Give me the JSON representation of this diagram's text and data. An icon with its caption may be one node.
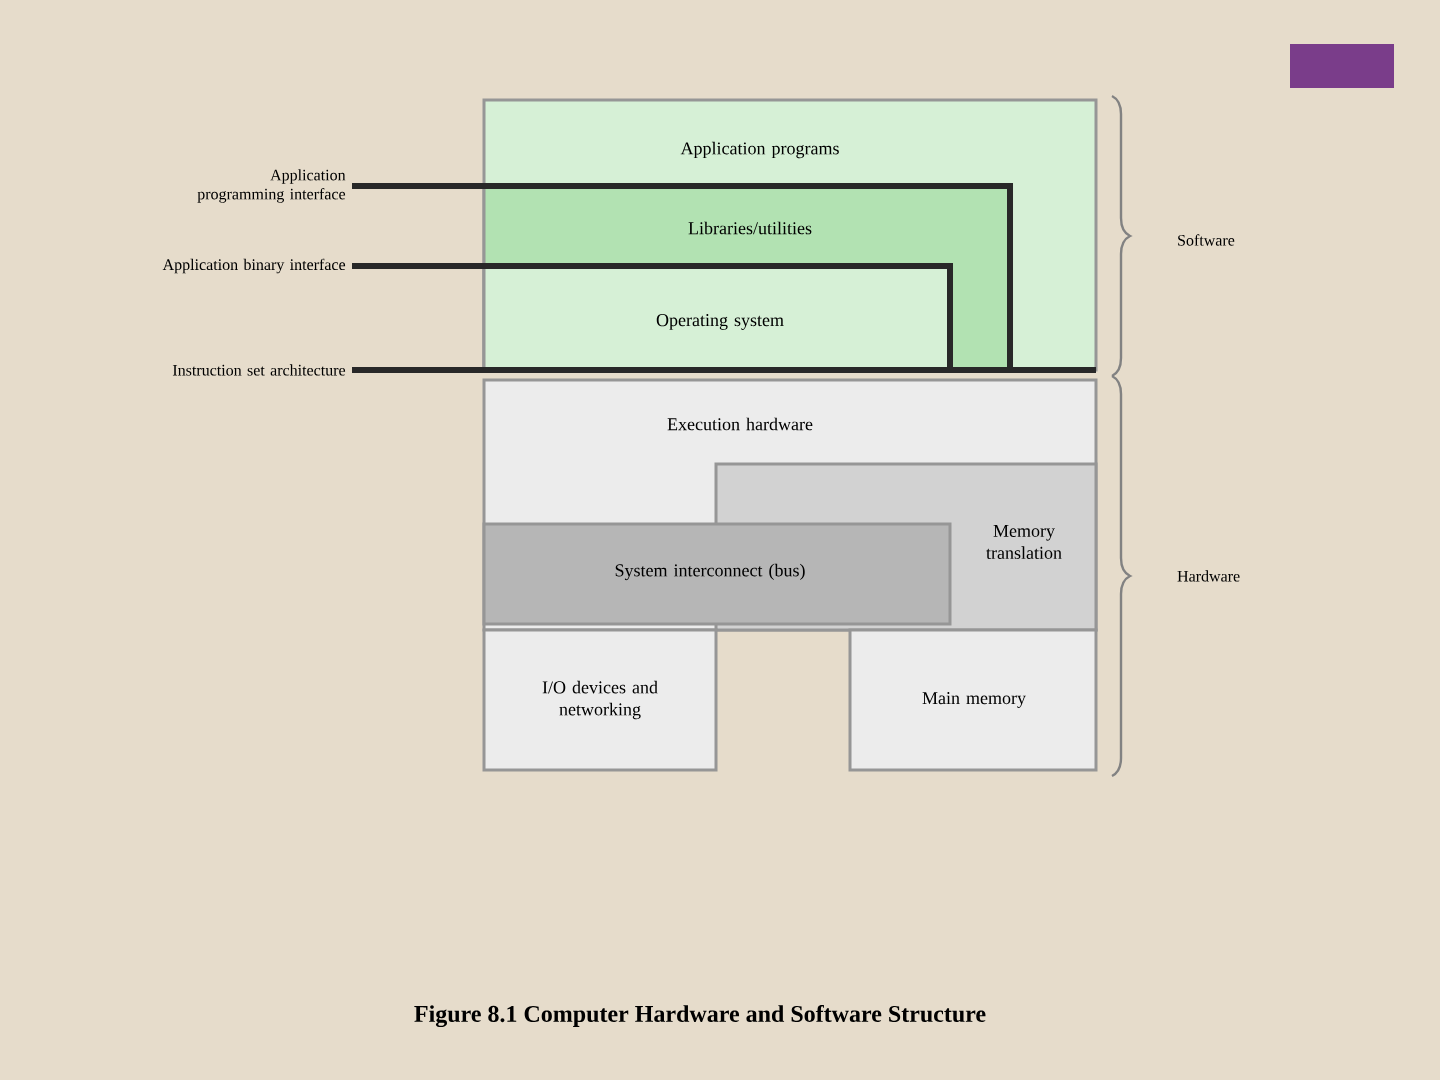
{
  "diagram": {
    "caption": "Figure 8.1  Computer Hardware and Software Structure",
    "nodes": [
      {
        "text": [
          "Application programs"
        ]
      },
      {
        "text": [
          "Libraries/utilities"
        ],
        "in": 0
      },
      {
        "text": [
          "Operating system"
        ],
        "in": 1
      },
      {
        "text": [
          "Execution hardware"
        ]
      },
      {
        "text": [
          "Memory translation"
        ],
        "in": 3
      },
      {
        "text": [
          "System interconnect (bus)"
        ],
        "in": 3
      },
      {
        "text": [
          "I/O devices and networking"
        ]
      },
      {
        "text": [
          "Main memory"
        ]
      },
      {
        "text": [
          "Application programming interface"
        ]
      },
      {
        "text": [
          "Application binary interface"
        ]
      },
      {
        "text": [
          "Instruction set architecture"
        ]
      }
    ],
    "edges": [
      {
        "from": 8,
        "to": 1,
        "arrow": "none"
      },
      {
        "from": 9,
        "to": 2,
        "arrow": "none"
      },
      {
        "from": 10,
        "to": 0,
        "arrow": "none"
      }
    ],
    "labels": [
      "Software",
      "Hardware"
    ]
  }
}
